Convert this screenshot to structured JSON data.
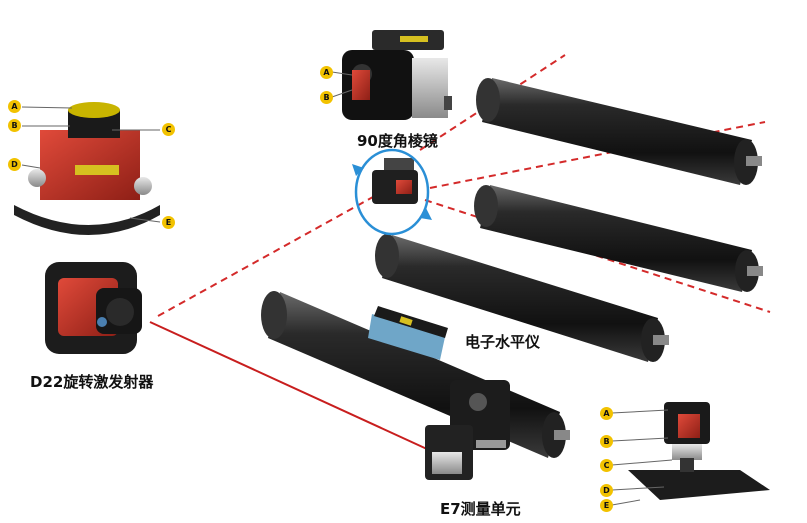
{
  "labels": {
    "prism": "90度角棱镜",
    "emitter": "D22旋转激发射器",
    "level": "电子水平仪",
    "unit": "E7测量单元"
  },
  "callouts": {
    "emitter": [
      "A",
      "B",
      "C",
      "D",
      "E"
    ],
    "prism": [
      "A",
      "B"
    ],
    "unit": [
      "A",
      "B",
      "C",
      "D",
      "E"
    ]
  },
  "colors": {
    "laser": "#d42a2a",
    "badge": "#f2c200",
    "roller": "#1c1c1c",
    "housing": "#c0392b",
    "rotation_arrow": "#2a8fd6"
  }
}
